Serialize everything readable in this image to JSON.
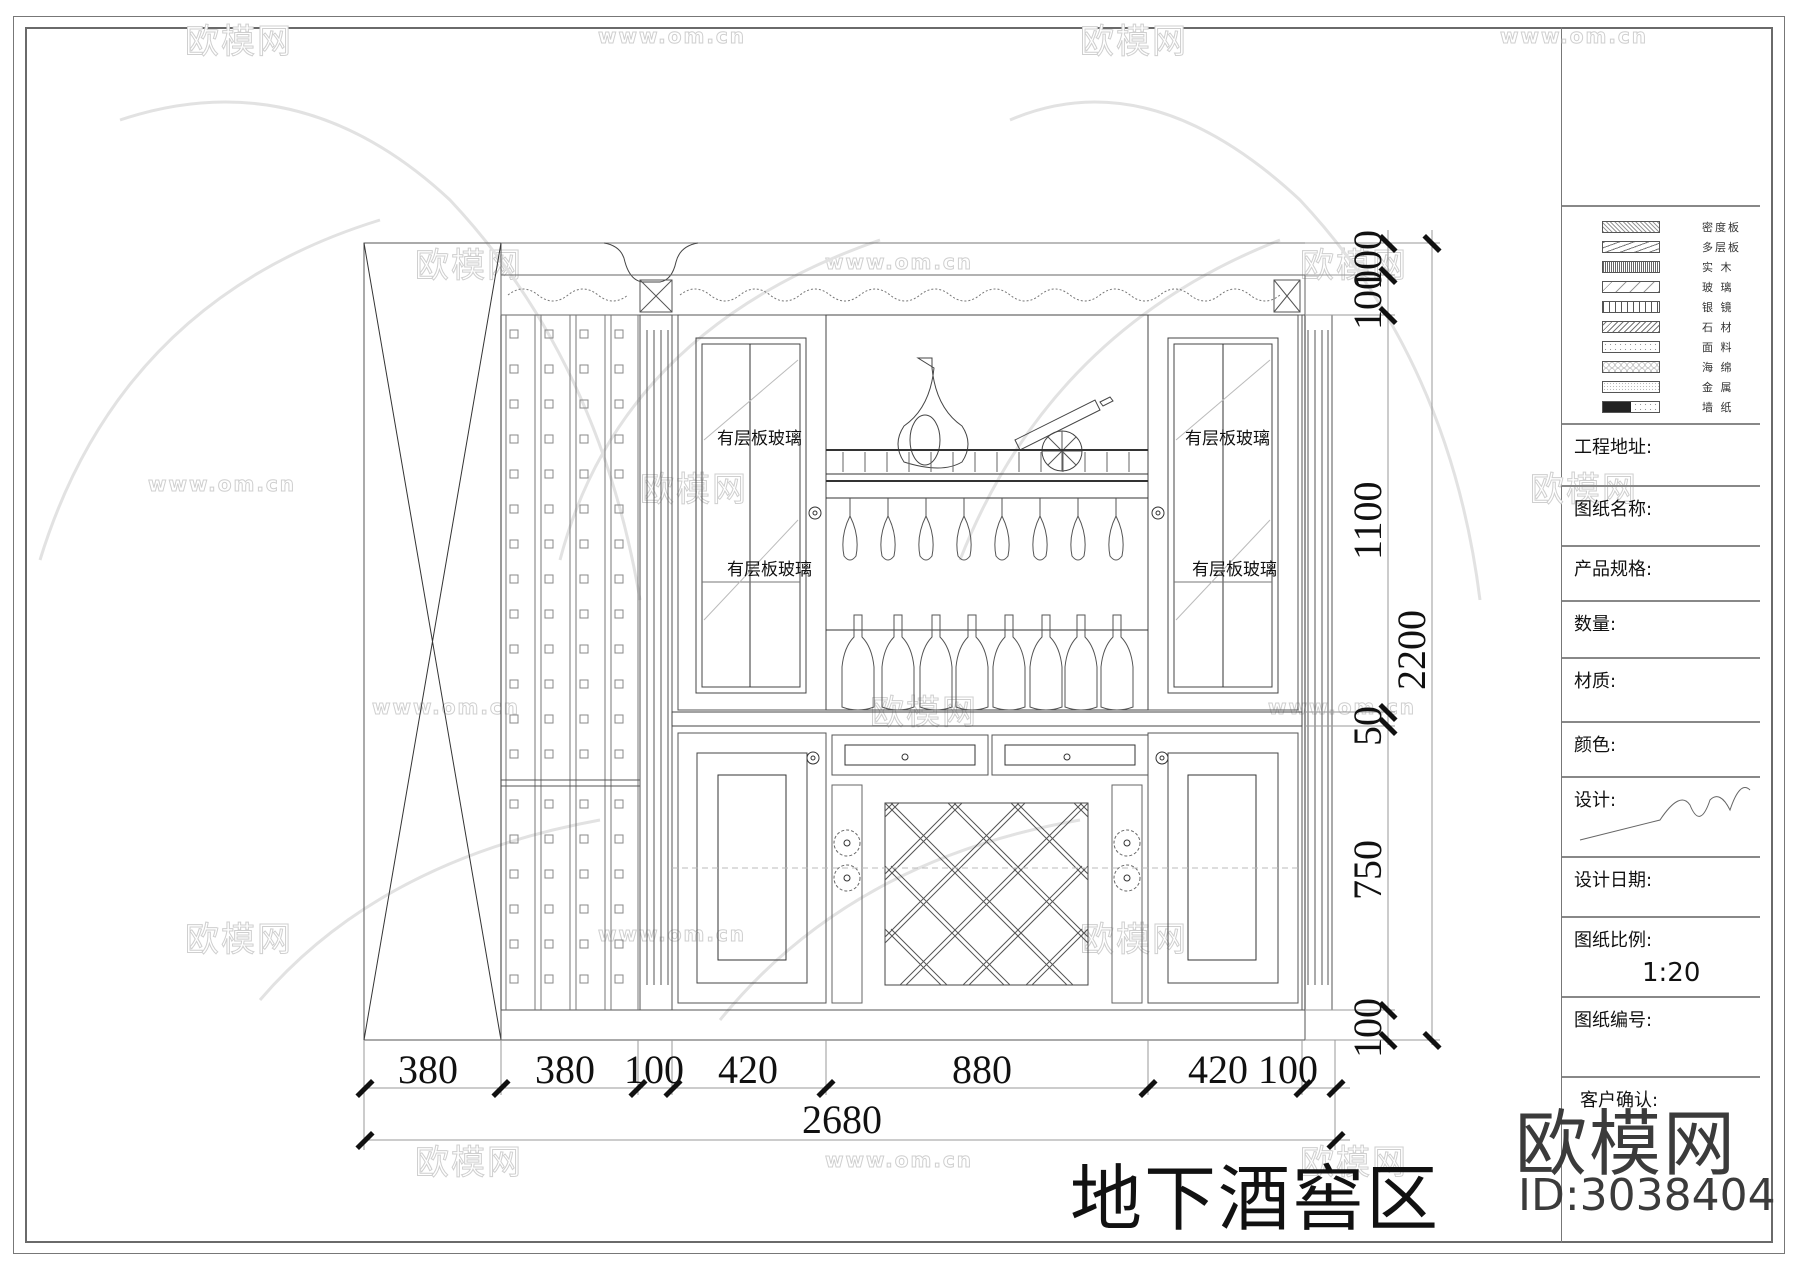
{
  "drawing": {
    "title": "地下酒窖区",
    "door_labels": [
      "有层板玻璃",
      "有层板玻璃",
      "有层板玻璃",
      "有层板玻璃"
    ],
    "horizontal_dimensions": [
      "380",
      "380",
      "100",
      "420",
      "880",
      "420",
      "100"
    ],
    "overall_width": "2680",
    "vertical_dimensions": {
      "top_a": "100",
      "top_b": "100",
      "upper": "1100",
      "shelf": "50",
      "lower": "750",
      "base": "100",
      "overall_height": "2200"
    }
  },
  "legend": {
    "items": [
      {
        "label": "密度板",
        "pattern": "dense-dots"
      },
      {
        "label": "多层板",
        "pattern": "layered-lines"
      },
      {
        "label": "实 木",
        "pattern": "wood-grain"
      },
      {
        "label": "玻 璃",
        "pattern": "diagonal-lines"
      },
      {
        "label": "银 镜",
        "pattern": "vertical-lines"
      },
      {
        "label": "石 材",
        "pattern": "hatch-stone"
      },
      {
        "label": "面 料",
        "pattern": "sparse-dots"
      },
      {
        "label": "海 绵",
        "pattern": "honeycomb"
      },
      {
        "label": "金 属",
        "pattern": "fine-stipple"
      },
      {
        "label": "墙 纸",
        "pattern": "dark-dots"
      }
    ]
  },
  "title_block": {
    "fields": [
      {
        "label": "工程地址:",
        "value": ""
      },
      {
        "label": "图纸名称:",
        "value": ""
      },
      {
        "label": "产品规格:",
        "value": ""
      },
      {
        "label": "数量:",
        "value": ""
      },
      {
        "label": "材质:",
        "value": ""
      },
      {
        "label": "颜色:",
        "value": ""
      },
      {
        "label": "设计:",
        "value": ""
      },
      {
        "label": "设计日期:",
        "value": ""
      },
      {
        "label": "图纸比例:",
        "value": "1:20"
      },
      {
        "label": "图纸编号:",
        "value": ""
      },
      {
        "label": "客户确认:",
        "value": ""
      }
    ]
  },
  "watermark": {
    "brand": "欧模网",
    "url": "www.om.cn",
    "id": "ID:3038404"
  }
}
